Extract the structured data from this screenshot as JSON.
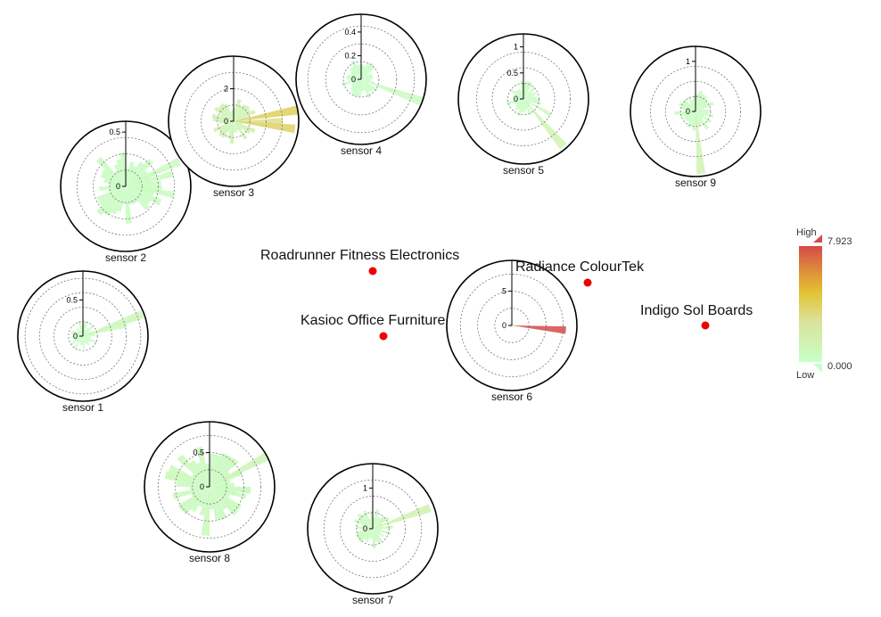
{
  "chart_data": {
    "type": "polar-bar-map",
    "colorscale": {
      "title_high": "High",
      "title_low": "Low",
      "max_label": "7.923",
      "min_label": "0.000",
      "max": 7.923,
      "min": 0,
      "colors": [
        "#c8ffc8",
        "#d9e39a",
        "#e3c233",
        "#dc8a3a",
        "#d64a4a"
      ]
    },
    "factories": [
      {
        "name": "Roadrunner Fitness Electronics"
      },
      {
        "name": "Radiance ColourTek"
      },
      {
        "name": "Kasioc Office Furniture"
      },
      {
        "name": "Indigo Sol Boards"
      }
    ],
    "sensors": [
      {
        "name": "sensor 1",
        "rmax": 0.9,
        "rings": [
          0.2,
          0.4,
          0.6,
          0.8
        ],
        "ticks": [
          0,
          0.5
        ],
        "spike_dirs": [
          70,
          75
        ],
        "spike_vals": [
          0.88,
          0.62
        ],
        "base": 0.15
      },
      {
        "name": "sensor 2",
        "rmax": 0.6,
        "rings": [
          0.15,
          0.3,
          0.45
        ],
        "ticks": [
          0,
          0.5
        ],
        "spike_dirs": [
          65,
          75,
          100
        ],
        "spike_vals": [
          0.55,
          0.45,
          0.45
        ],
        "base": 0.25
      },
      {
        "name": "sensor 3",
        "rmax": 4.0,
        "rings": [
          1,
          2,
          3
        ],
        "ticks": [
          0,
          2
        ],
        "spike_dirs": [
          80,
          90,
          97
        ],
        "spike_vals": [
          4.0,
          3.0,
          3.8
        ],
        "base": 1.0
      },
      {
        "name": "sensor 4",
        "rmax": 0.55,
        "rings": [
          0.15,
          0.3,
          0.45
        ],
        "ticks": [
          0,
          0.2,
          0.4
        ],
        "spike_dirs": [
          110
        ],
        "spike_vals": [
          0.55
        ],
        "base": 0.12
      },
      {
        "name": "sensor 5",
        "rmax": 1.25,
        "rings": [
          0.3,
          0.6,
          0.9
        ],
        "ticks": [
          0,
          0.5,
          1
        ],
        "spike_dirs": [
          140,
          120
        ],
        "spike_vals": [
          1.2,
          0.6
        ],
        "base": 0.25
      },
      {
        "name": "sensor 6",
        "rmax": 9.5,
        "rings": [
          2.5,
          5,
          7.5
        ],
        "ticks": [
          0,
          5
        ],
        "spike_dirs": [
          95,
          88
        ],
        "spike_vals": [
          7.923,
          1.2
        ],
        "base": 0.3
      },
      {
        "name": "sensor 7",
        "rmax": 1.6,
        "rings": [
          0.4,
          0.8,
          1.2
        ],
        "ticks": [
          0,
          1
        ],
        "spike_dirs": [
          70
        ],
        "spike_vals": [
          1.5
        ],
        "base": 0.35
      },
      {
        "name": "sensor 8",
        "rmax": 0.95,
        "rings": [
          0.25,
          0.5,
          0.75
        ],
        "ticks": [
          0,
          0.5
        ],
        "spike_dirs": [
          62,
          95,
          105
        ],
        "spike_vals": [
          0.95,
          0.6,
          0.55
        ],
        "base": 0.5
      },
      {
        "name": "sensor 9",
        "rmax": 1.3,
        "rings": [
          0.3,
          0.6,
          0.9
        ],
        "ticks": [
          0,
          1
        ],
        "spike_dirs": [
          175
        ],
        "spike_vals": [
          1.25
        ],
        "base": 0.3
      }
    ]
  }
}
